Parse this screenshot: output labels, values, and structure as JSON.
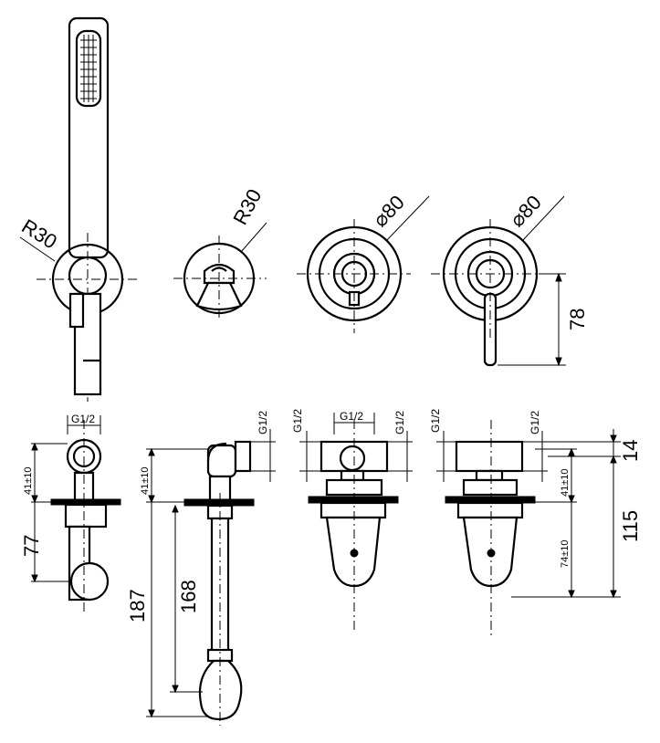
{
  "labels": {
    "r30_handshower": "R30",
    "r30_outlet": "R30",
    "dia80_a": "⌀80",
    "dia80_b": "⌀80",
    "dim_78": "78",
    "g12_a": "G1/2",
    "g12_b": "G1/2",
    "g12_c": "G1/2",
    "g12_d": "G1/2",
    "g12_e": "G1/2",
    "g12_f": "G1/2",
    "g12_g": "G1/2",
    "dim_41a": "41±10",
    "dim_41b": "41±10",
    "dim_41c": "41±10",
    "dim_74": "74±10",
    "dim_14": "14",
    "dim_115": "115",
    "dim_187": "187",
    "dim_168": "168",
    "dim_77": "77"
  }
}
